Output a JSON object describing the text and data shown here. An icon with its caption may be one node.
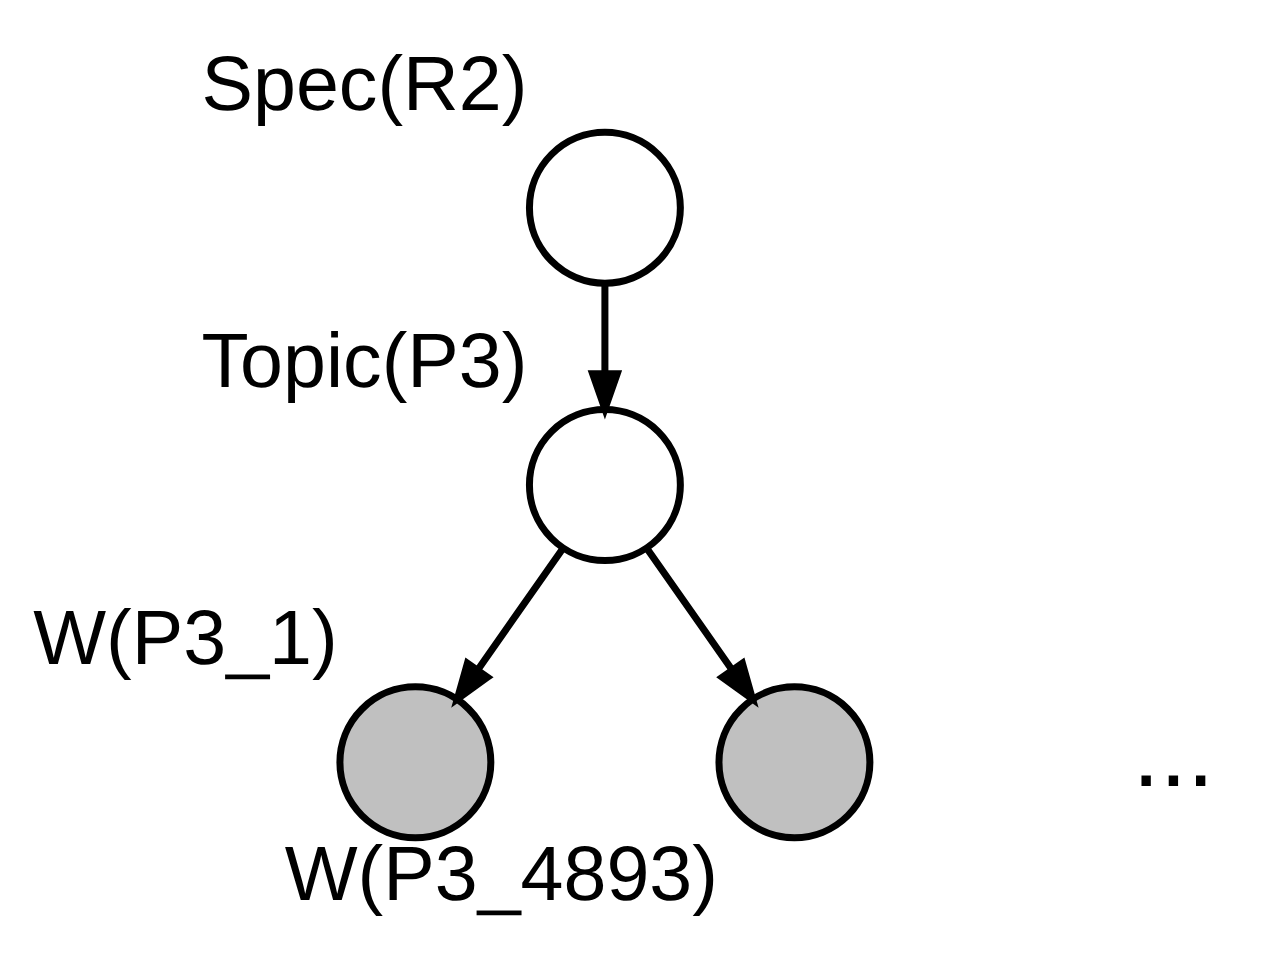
{
  "diagram": {
    "nodes": [
      {
        "text": [
          "Spec(R2)"
        ]
      },
      {
        "text": [
          "Topic(P3)"
        ]
      },
      {
        "text": [
          "W(P3_1)"
        ]
      },
      {
        "text": [
          "W(P3_4893)"
        ]
      }
    ],
    "edges": [
      {
        "from": 0,
        "to": 1,
        "arrow": "to"
      },
      {
        "from": 1,
        "to": 2,
        "arrow": "to"
      },
      {
        "from": 1,
        "to": 3,
        "arrow": "to"
      }
    ],
    "labels": [
      "..."
    ]
  }
}
